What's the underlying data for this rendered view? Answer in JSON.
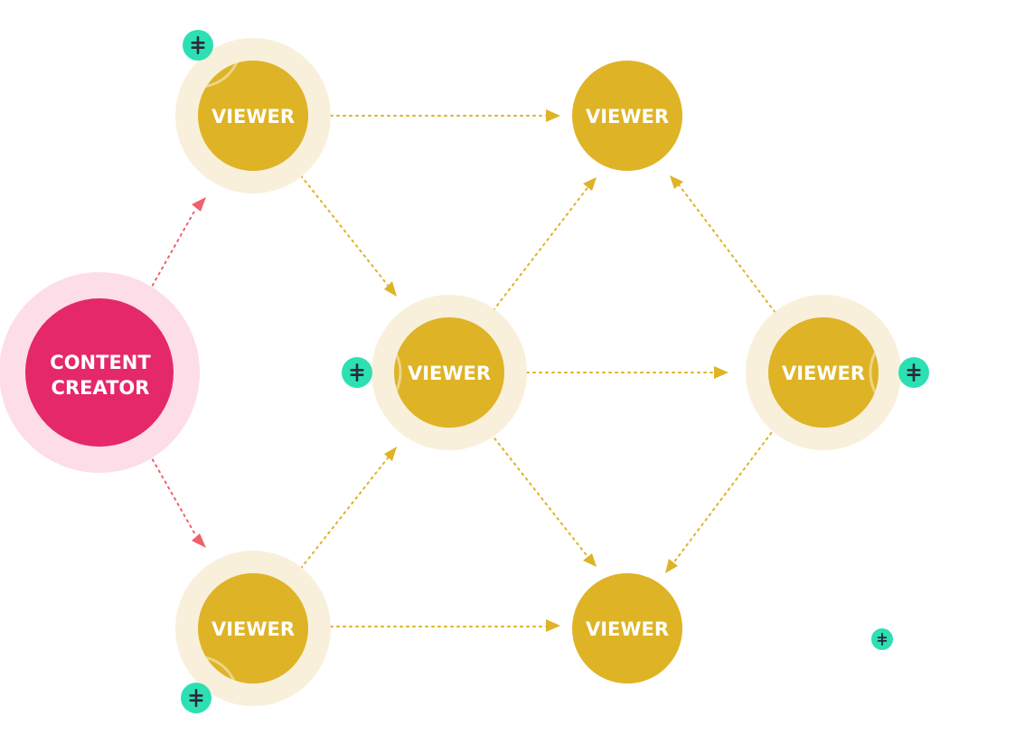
{
  "colors": {
    "creator_fill": "#E4286A",
    "creator_halo": "#FDDDE7",
    "viewer_fill": "#DEB325",
    "viewer_halo": "#F8F0DA",
    "creator_link": "#F0606A",
    "viewer_link": "#DEB325",
    "token_fill": "#2CE0B4",
    "token_mark": "#2A2A3A",
    "label_text": "#FFFFFF"
  },
  "nodes": {
    "creator": {
      "line1": "CONTENT",
      "line2": "CREATOR"
    },
    "viewer_top_left": {
      "label": "VIEWER"
    },
    "viewer_top_right": {
      "label": "VIEWER"
    },
    "viewer_center": {
      "label": "VIEWER"
    },
    "viewer_right": {
      "label": "VIEWER"
    },
    "viewer_bottom_left": {
      "label": "VIEWER"
    },
    "viewer_bottom_right": {
      "label": "VIEWER"
    }
  },
  "tokens": {
    "icon": "token-icon",
    "count": 5
  }
}
